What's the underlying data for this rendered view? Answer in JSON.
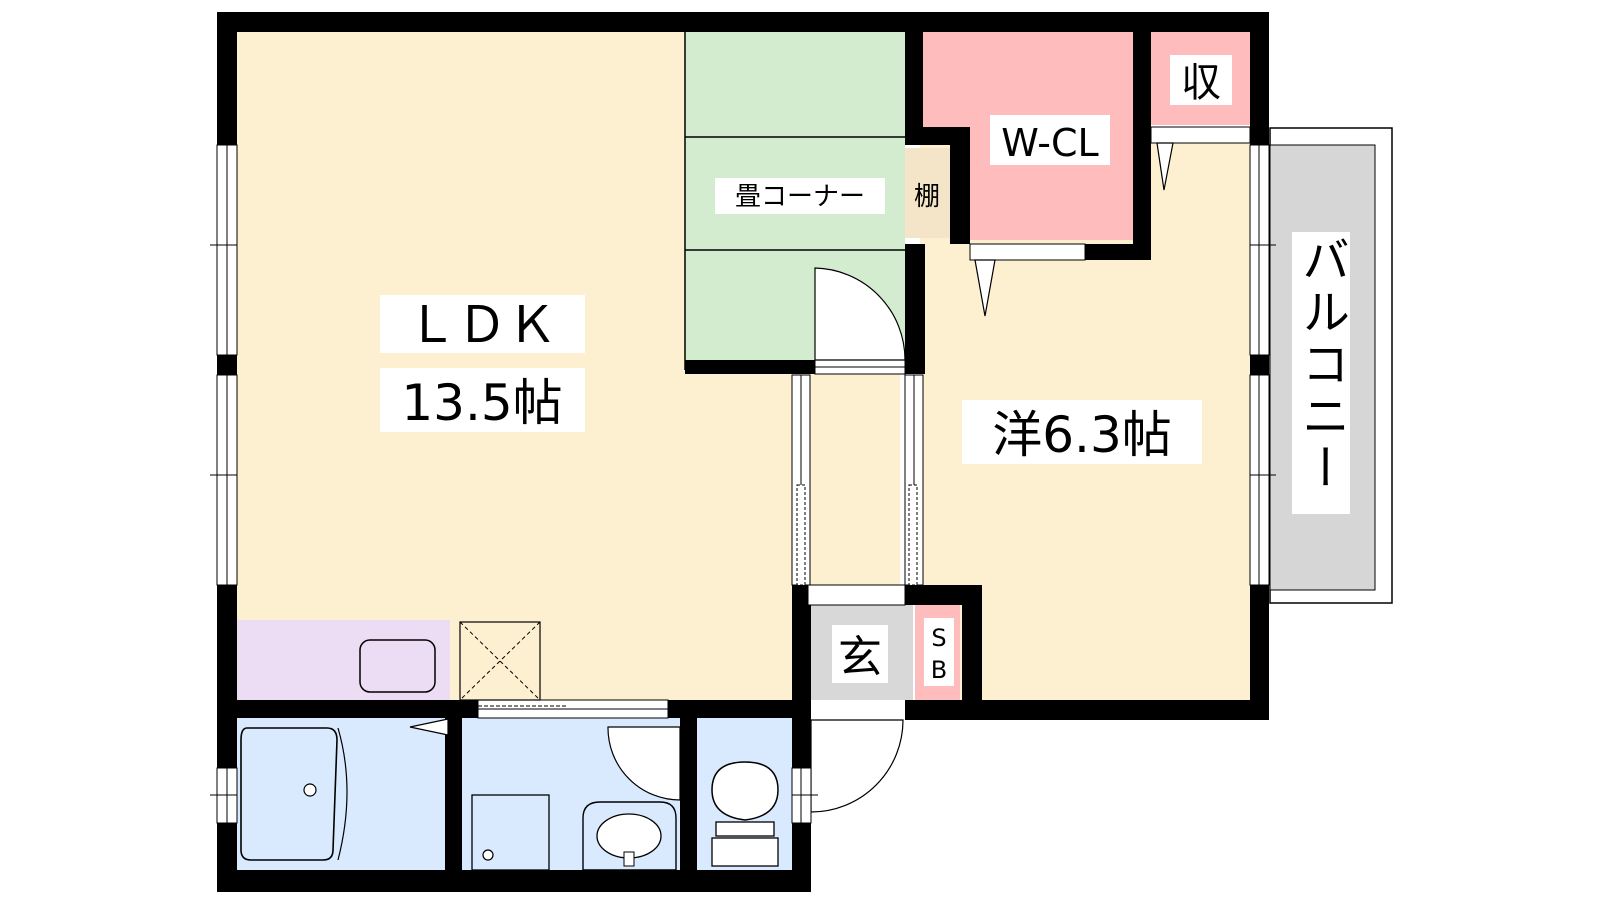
{
  "floor_plan": {
    "rooms": {
      "ldk": {
        "name": "ＬＤＫ",
        "size": "13.5帖"
      },
      "tatami": {
        "name": "畳コーナー"
      },
      "shelf": {
        "name": "棚"
      },
      "walk_in_closet": {
        "name": "W-CL"
      },
      "storage": {
        "name": "収"
      },
      "western_room": {
        "name": "洋6.3帖"
      },
      "balcony": {
        "name": "バルコニー"
      },
      "entrance": {
        "name": "玄"
      },
      "shoe_box": {
        "line1": "S",
        "line2": "B"
      }
    },
    "colors": {
      "wall": "#000000",
      "floor_wood": "#fdf0d0",
      "tatami": "#d3ecd0",
      "closet": "#ffbcbc",
      "shelf": "#f5e5c8",
      "kitchen": "#ecdcf4",
      "wet_area": "#d9eaff",
      "entrance": "#d8d8d8",
      "balcony": "#d6d6d6"
    }
  }
}
